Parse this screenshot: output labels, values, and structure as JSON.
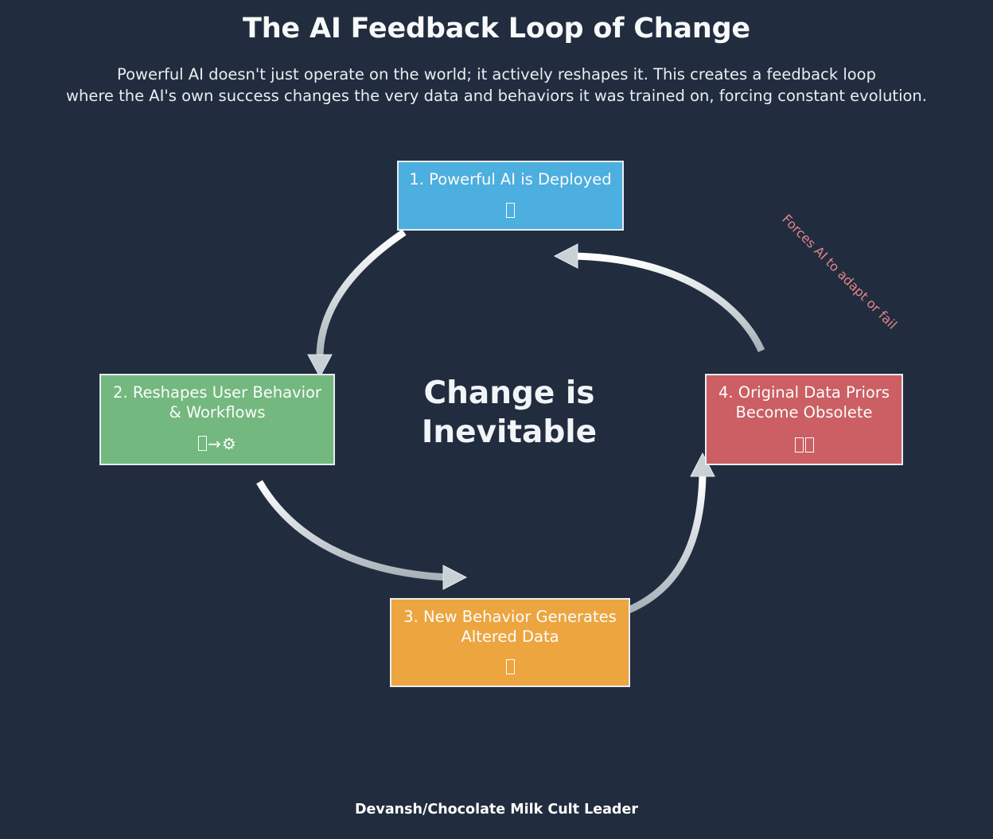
{
  "header": {
    "title": "The AI Feedback Loop of Change",
    "subtitle_line1": "Powerful AI doesn't just operate on the world; it actively reshapes it. This creates a feedback loop",
    "subtitle_line2": "where the AI's own success changes the very data and behaviors it was trained on, forcing constant evolution."
  },
  "center": {
    "line1": "Change is",
    "line2": "Inevitable"
  },
  "annotations": {
    "forces_label": "Forces AI to adapt or fail"
  },
  "footer": {
    "credit": "Devansh/Chocolate Milk Cult Leader"
  },
  "nodes": [
    {
      "id": "node-1",
      "title": "1. Powerful AI is Deployed",
      "icon_name": "missing-glyph-tofu",
      "icon_count": 1,
      "color": "#4DAEE0"
    },
    {
      "id": "node-2",
      "title_line1": "2. Reshapes User Behavior",
      "title_line2": "& Workflows",
      "icon_name": "tofu-arrow-gear",
      "icon_text": "→⚙",
      "color": "#73B87E"
    },
    {
      "id": "node-3",
      "title_line1": "3. New Behavior Generates",
      "title_line2": "Altered Data",
      "icon_name": "missing-glyph-tofu",
      "icon_count": 1,
      "color": "#EDA53F"
    },
    {
      "id": "node-4",
      "title_line1": "4. Original Data Priors",
      "title_line2": "Become Obsolete",
      "icon_name": "missing-glyph-tofu-double",
      "icon_count": 2,
      "color": "#CB5F63"
    }
  ],
  "arrows": [
    {
      "name": "arrow-1-to-2",
      "from": "node-1",
      "to": "node-2",
      "direction": "down"
    },
    {
      "name": "arrow-2-to-3",
      "from": "node-2",
      "to": "node-3",
      "direction": "right"
    },
    {
      "name": "arrow-3-to-4",
      "from": "node-3",
      "to": "node-4",
      "direction": "up"
    },
    {
      "name": "arrow-4-to-1",
      "from": "node-4",
      "to": "node-1",
      "direction": "left"
    }
  ],
  "colors": {
    "background": "#212D3E",
    "arrow": "#C9D0D6",
    "node_border": "#E8EDF2",
    "annotation": "#E8848B"
  }
}
